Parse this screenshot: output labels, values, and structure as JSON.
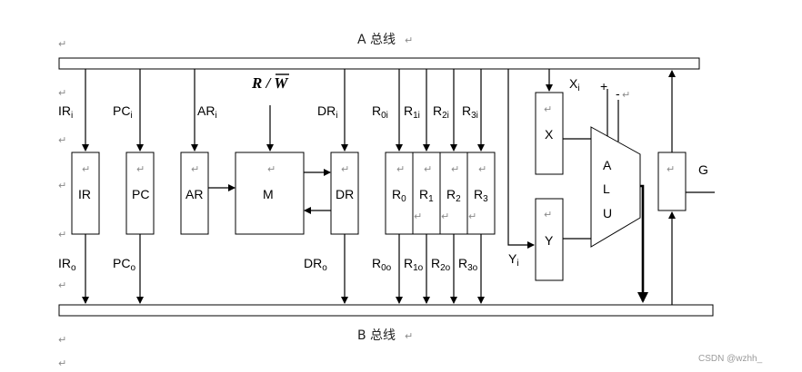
{
  "bus_a_label": "A 总线",
  "bus_b_label": "B 总线",
  "rw_label": "R/W̄",
  "registers": {
    "ir": "IR",
    "pc": "PC",
    "ar": "AR",
    "m": "M",
    "dr": "DR",
    "r0": "R",
    "r1": "R",
    "r2": "R",
    "r3": "R",
    "r0_sub": "0",
    "r1_sub": "1",
    "r2_sub": "2",
    "r3_sub": "3",
    "x": "X",
    "y": "Y",
    "g": "G"
  },
  "alu_letters": [
    "A",
    "L",
    "U"
  ],
  "signals_in": {
    "ir": "IR",
    "pc": "PC",
    "ar": "AR",
    "dr": "DR",
    "r0": "R",
    "r1": "R",
    "r2": "R",
    "r3": "R",
    "x": "X",
    "y": "Y",
    "in_sub": "i",
    "r0_sub": "0i",
    "r1_sub": "1i",
    "r2_sub": "2i",
    "r3_sub": "3i"
  },
  "signals_out": {
    "ir": "IR",
    "pc": "PC",
    "dr": "DR",
    "r0": "R",
    "r1": "R",
    "r2": "R",
    "r3": "R",
    "out_sub": "o",
    "r0_sub": "0o",
    "r1_sub": "1o",
    "r2_sub": "2o",
    "r3_sub": "3o"
  },
  "alu_ops": {
    "plus": "+",
    "minus": "-"
  },
  "watermark": "CSDN @wzhh_"
}
